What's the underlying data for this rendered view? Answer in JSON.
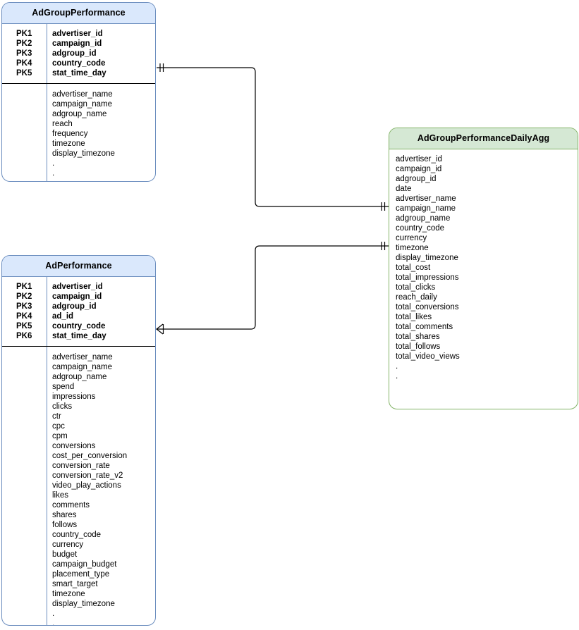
{
  "diagram": {
    "type": "entity-relationship-diagram",
    "background": "#ffffff",
    "colors": {
      "blue_fill": "#dae8fc",
      "blue_stroke": "#6c8ebf",
      "green_fill": "#d5e8d4",
      "green_stroke": "#82b366",
      "connector": "#000000"
    }
  },
  "entities": [
    {
      "id": "adgroup_performance",
      "title": "AdGroupPerformance",
      "theme": "blue",
      "primary_keys": [
        {
          "label": "PK1",
          "field": "advertiser_id"
        },
        {
          "label": "PK2",
          "field": "campaign_id"
        },
        {
          "label": "PK3",
          "field": "adgroup_id"
        },
        {
          "label": "PK4",
          "field": "country_code"
        },
        {
          "label": "PK5",
          "field": "stat_time_day"
        }
      ],
      "fields": [
        "advertiser_name",
        "campaign_name",
        "adgroup_name",
        "reach",
        "frequency",
        "timezone",
        "display_timezone",
        ".",
        "."
      ]
    },
    {
      "id": "ad_performance",
      "title": "AdPerformance",
      "theme": "blue",
      "primary_keys": [
        {
          "label": "PK1",
          "field": "advertiser_id"
        },
        {
          "label": "PK2",
          "field": "campaign_id"
        },
        {
          "label": "PK3",
          "field": "adgroup_id"
        },
        {
          "label": "PK4",
          "field": "ad_id"
        },
        {
          "label": "PK5",
          "field": "country_code"
        },
        {
          "label": "PK6",
          "field": "stat_time_day"
        }
      ],
      "fields": [
        "advertiser_name",
        "campaign_name",
        "adgroup_name",
        "spend",
        "impressions",
        "clicks",
        "ctr",
        "cpc",
        "cpm",
        "conversions",
        "cost_per_conversion",
        "conversion_rate",
        "conversion_rate_v2",
        "video_play_actions",
        "likes",
        "comments",
        "shares",
        "follows",
        "country_code",
        "currency",
        "budget",
        "campaign_budget",
        "placement_type",
        "smart_target",
        "timezone",
        "display_timezone",
        ".",
        "."
      ]
    },
    {
      "id": "adgroup_performance_daily_agg",
      "title": "AdGroupPerformanceDailyAgg",
      "theme": "green",
      "primary_keys": [],
      "fields": [
        "advertiser_id",
        "campaign_id",
        "adgroup_id",
        "date",
        "advertiser_name",
        "campaign_name",
        "adgroup_name",
        "country_code",
        "currency",
        "timezone",
        "display_timezone",
        "total_cost",
        "total_impressions",
        "total_clicks",
        "reach_daily",
        "total_conversions",
        "total_likes",
        "total_comments",
        "total_shares",
        "total_follows",
        "total_video_views",
        ".",
        "."
      ]
    }
  ],
  "relationships": [
    {
      "id": "rel-adgroupperf-to-agg",
      "from": "adgroup_performance",
      "to": "adgroup_performance_daily_agg",
      "from_cardinality": "one-and-only-one",
      "to_cardinality": "one-and-only-one"
    },
    {
      "id": "rel-adperf-to-agg",
      "from": "ad_performance",
      "to": "adgroup_performance_daily_agg",
      "from_cardinality": "many",
      "to_cardinality": "one-and-only-one"
    }
  ]
}
